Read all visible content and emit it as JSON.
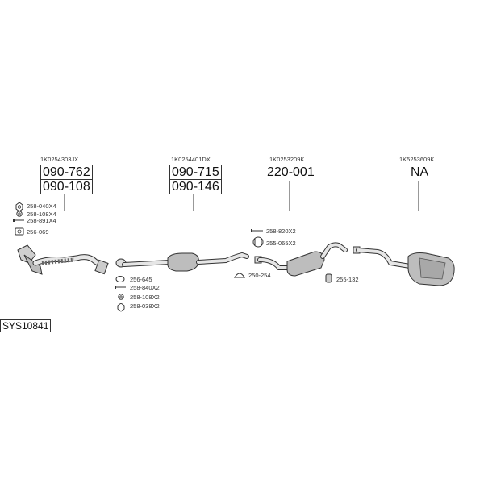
{
  "groups": [
    {
      "oem": "1K0254303JX",
      "parts": [
        "090-762",
        "090-108"
      ],
      "accessories": [
        "258-040X4",
        "258-108X4",
        "258-891X4",
        "256-069"
      ],
      "accessories_lower": [
        "256-645",
        "258-840X2",
        "258-108X2",
        "258-038X2"
      ]
    },
    {
      "oem": "1K0254401DX",
      "parts": [
        "090-715",
        "090-146"
      ]
    },
    {
      "oem": "1K0253209K",
      "parts": [
        "220-001"
      ],
      "accessories": [
        "258-820X2",
        "255-065X2",
        "250-254",
        "255-132"
      ]
    },
    {
      "oem": "1K5253609K",
      "parts": [
        "NA"
      ]
    }
  ],
  "system_code": "SYS10841",
  "colors": {
    "line": "#333333",
    "pipe_fill": "#dddddd",
    "muffler_fill": "#bdbdbd"
  }
}
